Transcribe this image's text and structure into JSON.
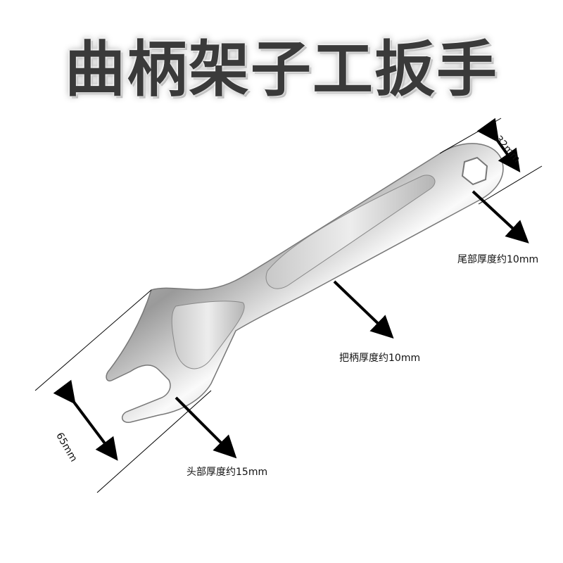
{
  "title": "曲柄架子工扳手",
  "dimensions": {
    "tail_width": "32mm",
    "tail_thickness": "尾部厚度约10mm",
    "handle_thickness": "把柄厚度约10mm",
    "head_width": "65mm",
    "head_thickness": "头部厚度约15mm"
  }
}
